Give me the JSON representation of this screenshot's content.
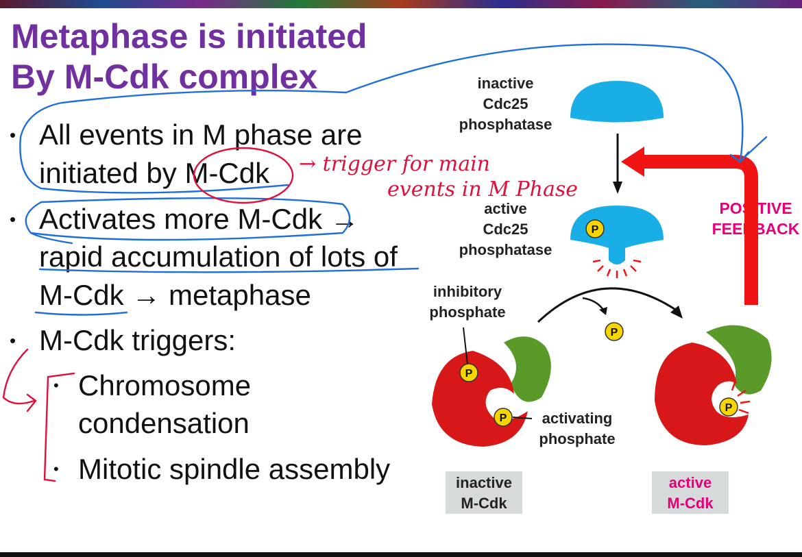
{
  "slide": {
    "title_line1": "Metaphase is initiated",
    "title_line2": "By M-Cdk complex",
    "bullets": [
      {
        "text": "All events in M phase are"
      },
      {
        "text": "initiated by M-Cdk"
      },
      {
        "text": "Activates more M-Cdk →"
      },
      {
        "text": "rapid accumulation of lots of"
      },
      {
        "text": "M-Cdk →    metaphase"
      },
      {
        "text": "M-Cdk triggers:"
      }
    ],
    "sub_bullets": [
      {
        "line1": "Chromosome",
        "line2": "condensation"
      },
      {
        "line1": "Mitotic spindle assembly"
      }
    ]
  },
  "annotation": {
    "line1": "→ trigger for main",
    "line2": "events in M Phase"
  },
  "diagram": {
    "inactive_cdc25": [
      "inactive",
      "Cdc25",
      "phosphatase"
    ],
    "active_cdc25": [
      "active",
      "Cdc25",
      "phosphatase"
    ],
    "positive_feedback": [
      "POSITIVE",
      "FEEDBACK"
    ],
    "inhibitory_phosphate": [
      "inhibitory",
      "phosphate"
    ],
    "activating_phosphate": [
      "activating",
      "phosphate"
    ],
    "inactive_mcdk": [
      "inactive",
      "M-Cdk"
    ],
    "active_mcdk": [
      "active",
      "M-Cdk"
    ],
    "phosphate_symbol": "P"
  },
  "colors": {
    "title": "#7030a0",
    "cdc25": "#1aaee6",
    "cdk": "#d81818",
    "cyclin": "#5a9a28",
    "feedback": "#e5007a",
    "phosphate": "#f6d500",
    "ink_blue": "#1e6fd9",
    "ink_red": "#e0103a"
  }
}
